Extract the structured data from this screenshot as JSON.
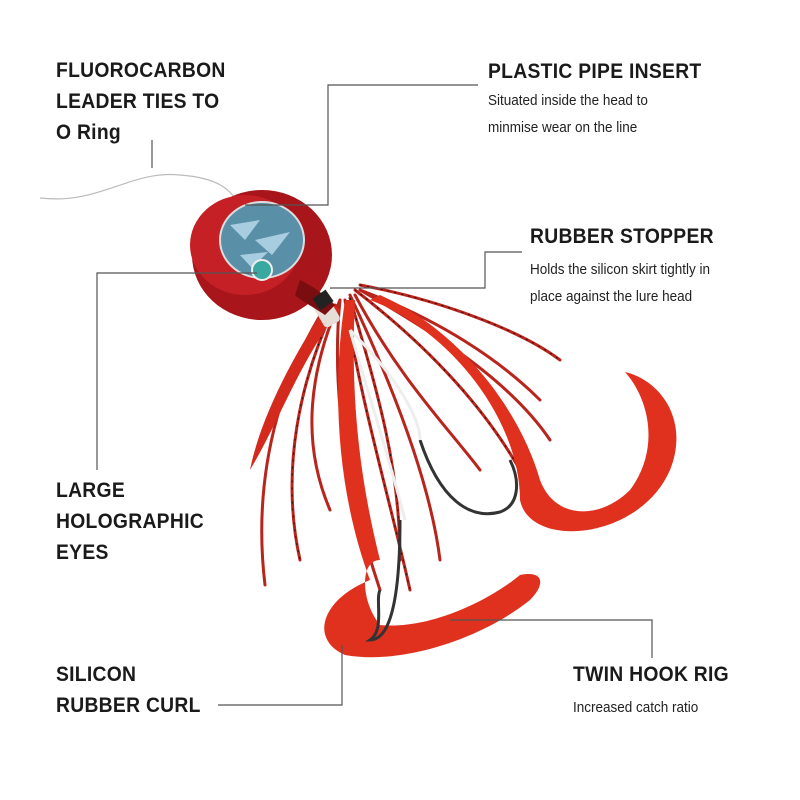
{
  "labels": {
    "leader": {
      "title_lines": [
        "FLUOROCARBON",
        "LEADER TIES TO",
        "O Ring"
      ]
    },
    "pipe": {
      "title": "PLASTIC PIPE INSERT",
      "desc_lines": [
        "Situated inside the head to",
        "minmise wear on the line"
      ]
    },
    "stopper": {
      "title": "RUBBER STOPPER",
      "desc_lines": [
        "Holds the silicon skirt tightly in",
        "place against the lure head"
      ]
    },
    "eyes": {
      "title_lines": [
        "LARGE",
        "HOLOGRAPHIC",
        "EYES"
      ]
    },
    "curl": {
      "title_lines": [
        "SILICON",
        "RUBBER CURL"
      ]
    },
    "hook": {
      "title": "TWIN HOOK RIG",
      "desc_lines": [
        "Increased catch ratio"
      ]
    }
  },
  "colors": {
    "lure_red": "#c8201a",
    "skirt_red": "#e0311f",
    "head_dark": "#7a0d10",
    "eye_blue": "#5a8fa8",
    "line": "#555555"
  }
}
